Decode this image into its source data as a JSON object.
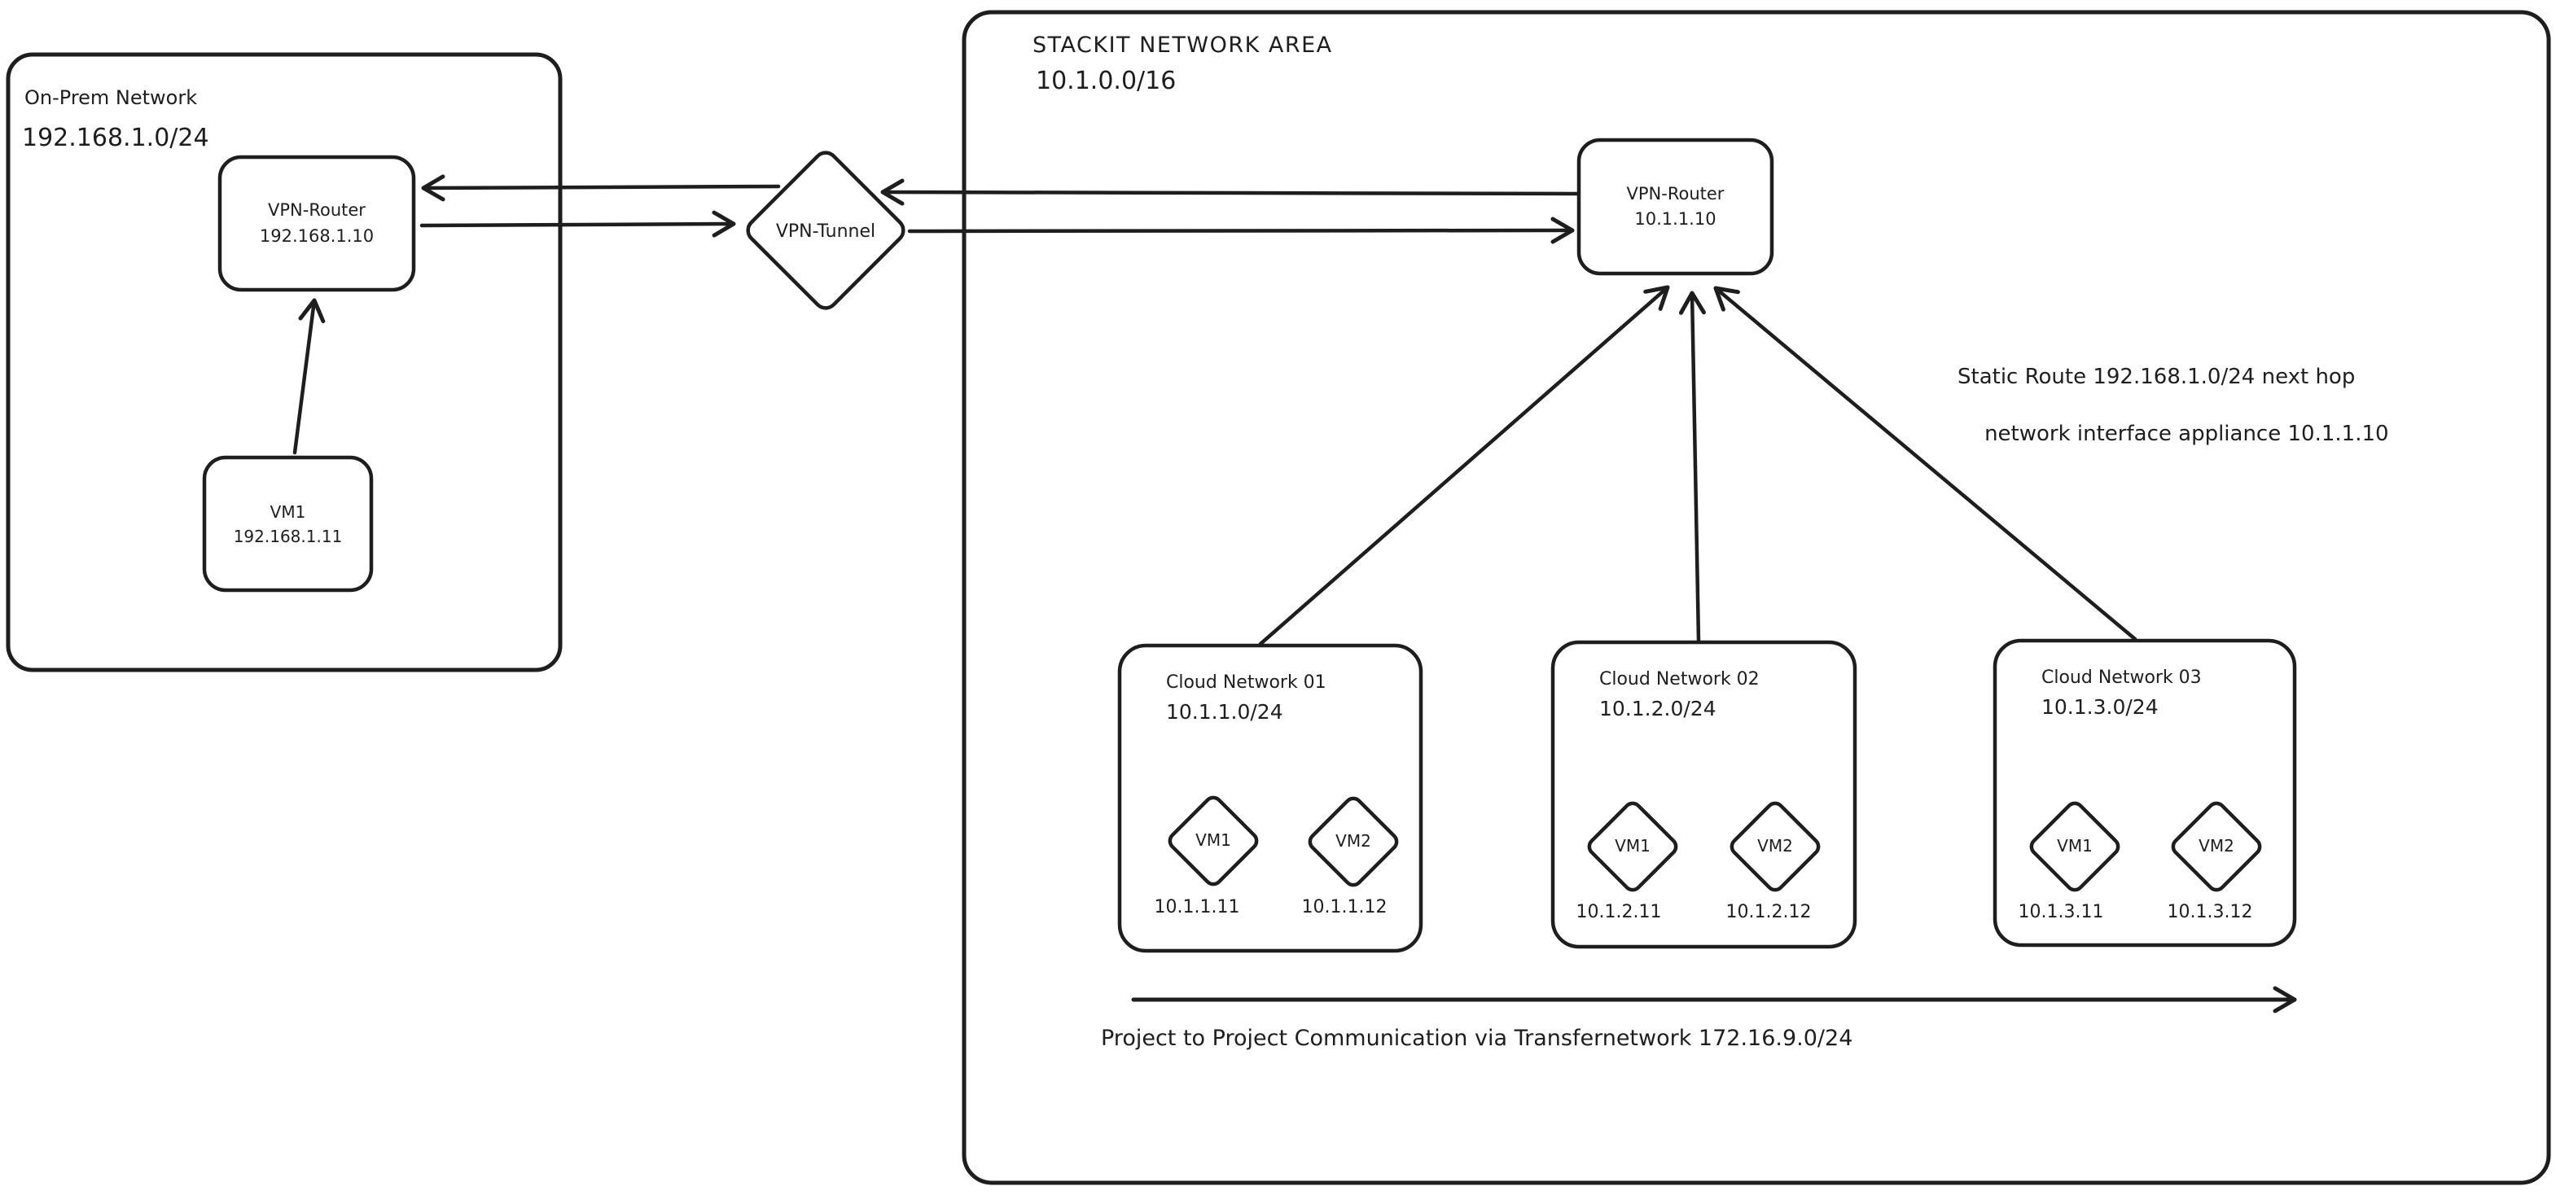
{
  "colors": {
    "stroke": "#1e1e1e",
    "background": "#ffffff"
  },
  "onprem": {
    "title": "On-Prem Network",
    "cidr": "192.168.1.0/24",
    "router": {
      "name": "VPN-Router",
      "ip": "192.168.1.10"
    },
    "vm": {
      "name": "VM1",
      "ip": "192.168.1.11"
    }
  },
  "tunnel": {
    "label": "VPN-Tunnel"
  },
  "stackit": {
    "title": "STACKIT NETWORK AREA",
    "cidr": "10.1.0.0/16",
    "router": {
      "name": "VPN-Router",
      "ip": "10.1.1.10"
    },
    "static_route": {
      "line1": "Static Route 192.168.1.0/24 next hop",
      "line2": "network interface appliance 10.1.1.10"
    },
    "clouds": [
      {
        "title": "Cloud Network 01",
        "cidr": "10.1.1.0/24",
        "vm1": {
          "name": "VM1",
          "ip": "10.1.1.11"
        },
        "vm2": {
          "name": "VM2",
          "ip": "10.1.1.12"
        }
      },
      {
        "title": "Cloud Network 02",
        "cidr": "10.1.2.0/24",
        "vm1": {
          "name": "VM1",
          "ip": "10.1.2.11"
        },
        "vm2": {
          "name": "VM2",
          "ip": "10.1.2.12"
        }
      },
      {
        "title": "Cloud Network 03",
        "cidr": "10.1.3.0/24",
        "vm1": {
          "name": "VM1",
          "ip": "10.1.3.11"
        },
        "vm2": {
          "name": "VM2",
          "ip": "10.1.3.12"
        }
      }
    ],
    "transfer": {
      "label": "Project to Project Communication via Transfernetwork 172.16.9.0/24"
    }
  }
}
